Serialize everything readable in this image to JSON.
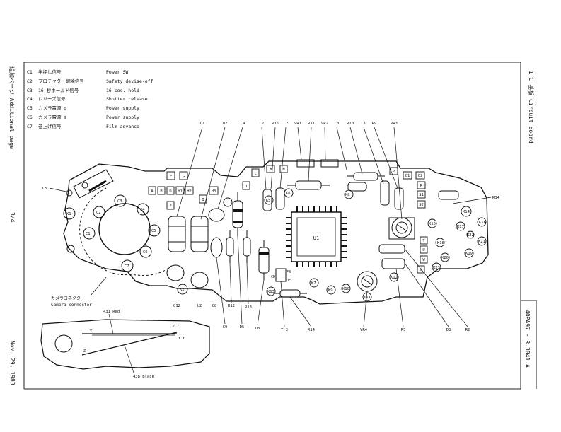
{
  "title_right": "I C 基板 Circuit Board",
  "page_left_title": "追加ページ Additional page",
  "page_number": "3/4",
  "date": "Nov. 29, 1983",
  "doc_number": "40PA97 - R.3041.A",
  "legend": [
    {
      "code": "C1",
      "jp": "半押し信号",
      "en": "Power SW"
    },
    {
      "code": "C2",
      "jp": "プロテクター解除信号",
      "en": "Safety devise-off"
    },
    {
      "code": "C3",
      "jp": "16 秒ホールド信号",
      "en": "16 sec.-hold"
    },
    {
      "code": "C4",
      "jp": "レリーズ信号",
      "en": "Shutter release"
    },
    {
      "code": "C5",
      "jp": "カメラ電源 ⊖",
      "en": "Power supply"
    },
    {
      "code": "C6",
      "jp": "カメラ電源 ⊕",
      "en": "Power supply"
    },
    {
      "code": "C7",
      "jp": "巻上げ信号",
      "en": "Film-advance"
    }
  ],
  "top_labels": [
    "Q1",
    "D2",
    "C4",
    "C7",
    "R15",
    "C2",
    "VR1",
    "R11",
    "VR2",
    "C3",
    "R10",
    "C1",
    "R9",
    "VR3"
  ],
  "bottom_labels": [
    "C12",
    "U2",
    "C8",
    "R12",
    "R13",
    "C9",
    "D5",
    "D8",
    "Tr3",
    "R14",
    "VR4",
    "R3",
    "D3",
    "R2"
  ],
  "side_labels": {
    "c5": "C5",
    "r34": "R34"
  },
  "camera_connector_jp": "カメラコネクター",
  "camera_connector_en": "Camera connector",
  "wire_red": "431 Red",
  "wire_black": "438 Black",
  "ic_label": "U1",
  "letter_boxes": [
    "E",
    "G",
    "A",
    "B",
    "D",
    "H1",
    "H2",
    "F",
    "H3",
    "I",
    "J",
    "L",
    "M",
    "N",
    "P",
    "Q1",
    "Q2",
    "R",
    "S1",
    "S2",
    "T",
    "U",
    "W",
    "V"
  ],
  "contacts": [
    "C1",
    "C2",
    "C3",
    "C4",
    "C5",
    "C6",
    "C7",
    "K1",
    "K2",
    "K3",
    "K4",
    "K5",
    "K6",
    "K7",
    "K8",
    "K9",
    "K10",
    "K11",
    "K12",
    "K13",
    "K14",
    "K15",
    "K16",
    "K17",
    "K18",
    "K19",
    "K20",
    "K21",
    "K22",
    "K23"
  ],
  "misc": {
    "cd": "CD",
    "de": "DE",
    "fb": "FB",
    "y": "Y",
    "z": "Z",
    "zz": "Z Z",
    "yy": "Y Y"
  }
}
